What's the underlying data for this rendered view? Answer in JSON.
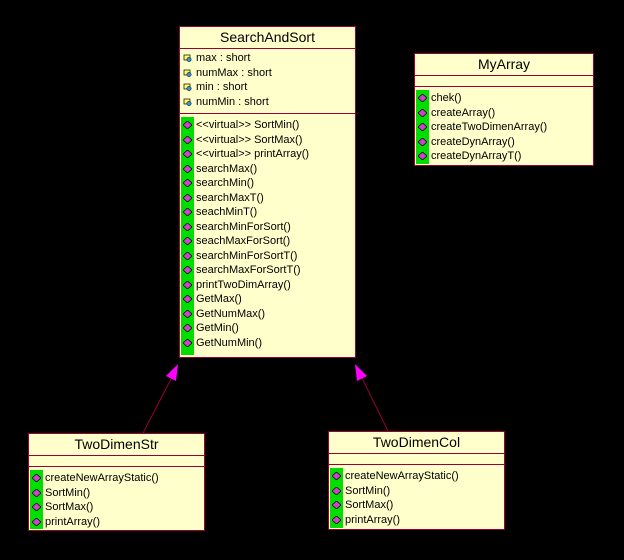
{
  "colors": {
    "background": "#000000",
    "class_fill": "#ffffcc",
    "class_border": "#990033",
    "icon_strip": "#00dd00",
    "operation_icon": "#cc44cc",
    "attribute_icon": "#3399cc",
    "generalization_arrow": "#ff00ff",
    "connector_line": "#990033"
  },
  "classes": {
    "search_and_sort": {
      "name": "SearchAndSort",
      "attributes": [
        "max : short",
        "numMax : short",
        "min : short",
        "numMin : short"
      ],
      "operations": [
        "<<virtual>> SortMin()",
        "<<virtual>> SortMax()",
        "<<virtual>> printArray()",
        "searchMax()",
        "searchMin()",
        "searchMaxT()",
        "seachMinT()",
        "searchMinForSort()",
        "seachMaxForSort()",
        "searchMinForSortT()",
        "searchMaxForSortT()",
        "printTwoDimArray()",
        "GetMax()",
        "GetNumMax()",
        "GetMin()",
        "GetNumMin()"
      ]
    },
    "my_array": {
      "name": "MyArray",
      "operations": [
        "chek()",
        "createArray()",
        "createTwoDimenArray()",
        "createDynArray()",
        "createDynArrayT()"
      ]
    },
    "two_dimen_str": {
      "name": "TwoDimenStr",
      "operations": [
        "createNewArrayStatic()",
        "SortMin()",
        "SortMax()",
        "printArray()"
      ]
    },
    "two_dimen_col": {
      "name": "TwoDimenCol",
      "operations": [
        "createNewArrayStatic()",
        "SortMin()",
        "SortMax()",
        "printArray()"
      ]
    }
  }
}
